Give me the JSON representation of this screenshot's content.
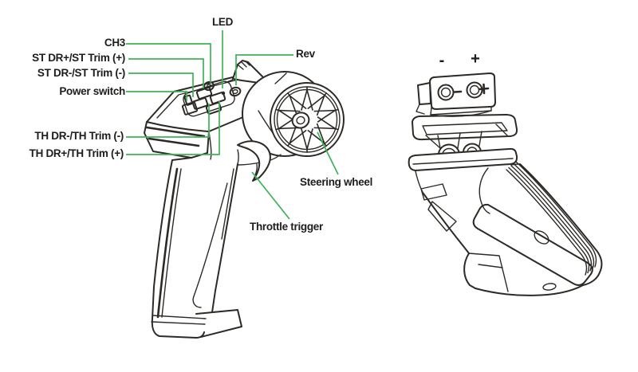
{
  "diagram": {
    "kind": "rc-transmitter-parts-callout-diagram",
    "labels": {
      "led": "LED",
      "ch3": "CH3",
      "st_dr_plus": "ST DR+/ST Trim (+)",
      "st_dr_minus": "ST DR-/ST Trim (-)",
      "power_switch": "Power switch",
      "th_dr_minus": "TH DR-/TH Trim (-)",
      "th_dr_plus": "TH DR+/TH Trim (+)",
      "rev": "Rev",
      "steering_wheel": "Steering wheel",
      "throttle_trigger": "Throttle trigger",
      "battery_negative": "-",
      "battery_positive": "+"
    },
    "colors": {
      "leader_line": "#3eb257",
      "line_art": "#2d2a26",
      "label_text": "#1d1d1b",
      "background": "#ffffff"
    }
  }
}
